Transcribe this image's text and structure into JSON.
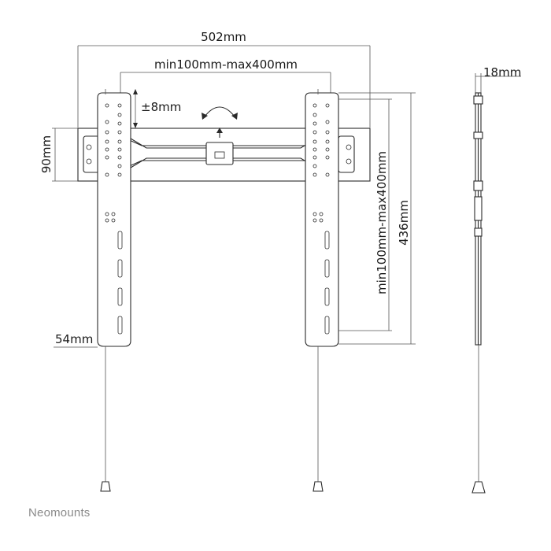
{
  "dimensions": {
    "total_width": "502mm",
    "vesa_horizontal": "min100mm-max400mm",
    "tilt_adjust": "±8mm",
    "plate_height": "90mm",
    "bottom_offset": "54mm",
    "vesa_vertical": "min100mm-max400mm",
    "total_height": "436mm",
    "depth": "18mm"
  },
  "brand": "Neomounts",
  "icons": {
    "rotation": "rotate-arrow-icon",
    "up": "up-arrow-icon"
  },
  "colors": {
    "line": "#2a2a2a",
    "brand": "#8a8a8a"
  }
}
